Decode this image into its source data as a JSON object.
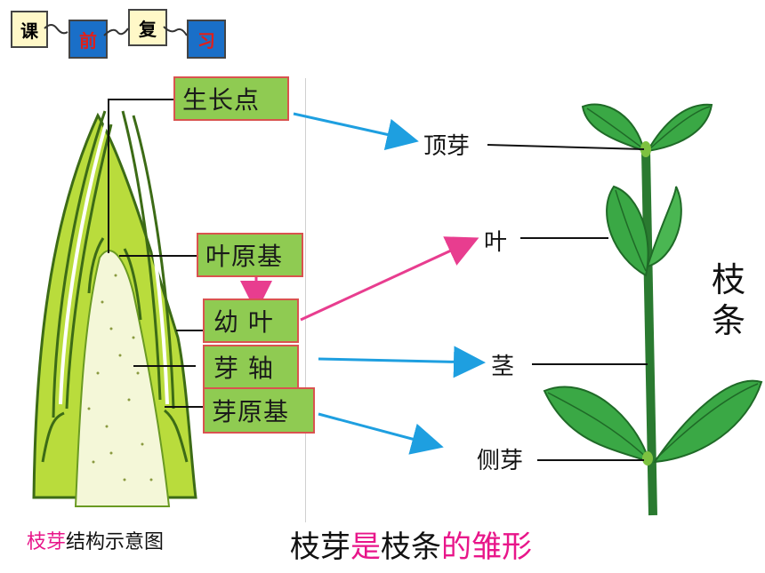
{
  "header": {
    "tags": [
      {
        "text": "课",
        "bg": "#fff8c8",
        "color": "#000000"
      },
      {
        "text": "前",
        "bg": "#1a6fc8",
        "color": "#e0201a"
      },
      {
        "text": "复",
        "bg": "#fff8c8",
        "color": "#000000"
      },
      {
        "text": "习",
        "bg": "#1a6fc8",
        "color": "#e0201a"
      }
    ]
  },
  "bud_labels": {
    "growth_point": "生长点",
    "leaf_primordium": "叶原基",
    "young_leaf": "幼 叶",
    "bud_axis": "芽 轴",
    "bud_primordium": "芽原基"
  },
  "shoot_labels": {
    "terminal_bud": "顶芽",
    "leaf": "叶",
    "stem": "茎",
    "lateral_bud": "侧芽",
    "shoot": "枝条"
  },
  "caption": {
    "part1_accent": "枝芽",
    "part1_rest": "结构示意图"
  },
  "conclusion": {
    "a": "枝芽",
    "b": "是",
    "c": "枝条",
    "d": "的雏形"
  },
  "colors": {
    "accent_magenta": "#e8168a",
    "arrow_blue": "#1e9fe0",
    "arrow_pink": "#e83d8f",
    "label_green": "#8fcb52",
    "leaf_green": "#2f9a3a"
  }
}
